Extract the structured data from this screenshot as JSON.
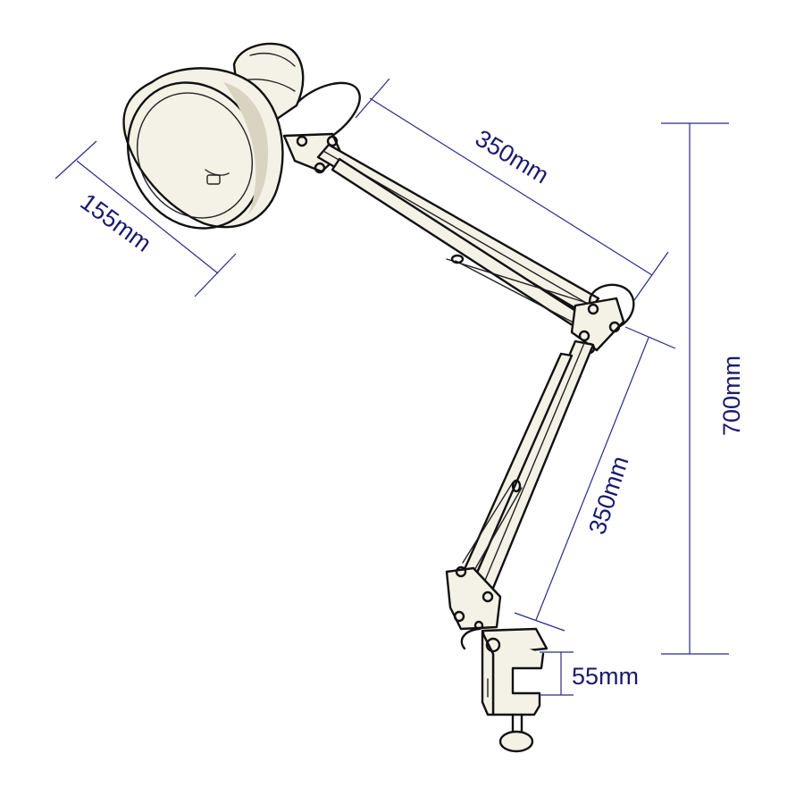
{
  "dimensions": {
    "shade_diameter": "155mm",
    "upper_arm": "350mm",
    "lower_arm": "350mm",
    "total_height": "700mm",
    "clamp_height": "55mm"
  },
  "colors": {
    "dimension_ink": "#1a1a6e",
    "line_ink": "#111111",
    "metal": "#f4f1e6"
  },
  "icons": {
    "lamp": "swing-arm-desk-lamp-illustration"
  }
}
